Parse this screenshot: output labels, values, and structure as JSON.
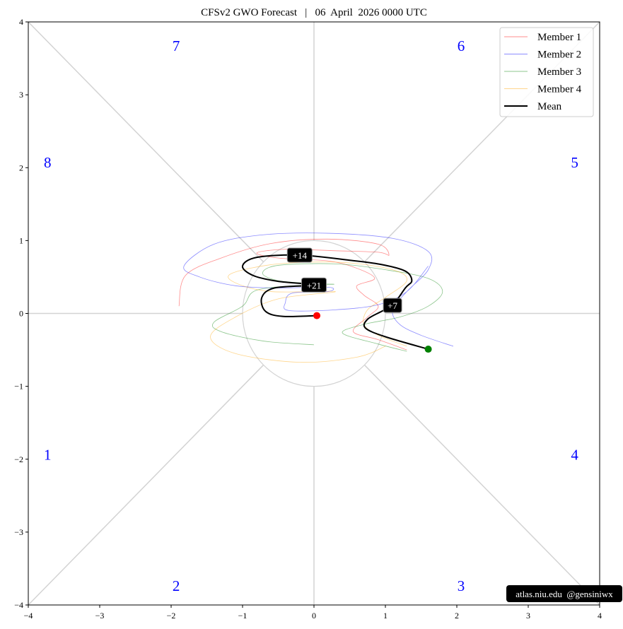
{
  "chart_data": {
    "type": "line",
    "title": "CFSv2 GWO Forecast   |   06  April  2026 0000 UTC",
    "xlim": [
      -4,
      4
    ],
    "ylim": [
      -4,
      4
    ],
    "xticks": [
      "−4",
      "−3",
      "−2",
      "−1",
      "0",
      "1",
      "2",
      "3",
      "4"
    ],
    "yticks": [
      "−4",
      "−3",
      "−2",
      "−1",
      "0",
      "1",
      "2",
      "3",
      "4"
    ],
    "xtick_values": [
      -4,
      -3,
      -2,
      -1,
      0,
      1,
      2,
      3,
      4
    ],
    "ytick_values": [
      -4,
      -3,
      -2,
      -1,
      0,
      1,
      2,
      3,
      4
    ],
    "legend_position": "top-right",
    "phases": [
      {
        "label": "1",
        "x": -3.73,
        "y": -1.94
      },
      {
        "label": "2",
        "x": -1.93,
        "y": -3.74
      },
      {
        "label": "3",
        "x": 2.06,
        "y": -3.74
      },
      {
        "label": "4",
        "x": 3.65,
        "y": -1.94
      },
      {
        "label": "5",
        "x": 3.65,
        "y": 2.07
      },
      {
        "label": "6",
        "x": 2.06,
        "y": 3.67
      },
      {
        "label": "7",
        "x": -1.93,
        "y": 3.67
      },
      {
        "label": "8",
        "x": -3.73,
        "y": 2.07
      }
    ],
    "phase_color": "#0000ff",
    "series": [
      {
        "name": "Member 1",
        "color": "#ff0000",
        "opacity": 0.45,
        "width": 0.8,
        "points": [
          [
            1.3,
            -0.5
          ],
          [
            0.9,
            -0.36
          ],
          [
            0.55,
            -0.25
          ],
          [
            0.75,
            -0.05
          ],
          [
            0.9,
            0.1
          ],
          [
            0.7,
            0.25
          ],
          [
            0.6,
            0.38
          ],
          [
            0.85,
            0.48
          ],
          [
            0.6,
            0.62
          ],
          [
            0.2,
            0.72
          ],
          [
            -0.5,
            0.76
          ],
          [
            -0.8,
            0.83
          ],
          [
            -0.4,
            0.88
          ],
          [
            0.3,
            0.86
          ],
          [
            0.9,
            0.84
          ],
          [
            1.05,
            0.8
          ],
          [
            0.9,
            0.95
          ],
          [
            0.2,
            1.02
          ],
          [
            -0.6,
            0.96
          ],
          [
            -1.3,
            0.76
          ],
          [
            -1.8,
            0.52
          ],
          [
            -1.89,
            0.1
          ]
        ]
      },
      {
        "name": "Member 2",
        "color": "#0000ff",
        "opacity": 0.45,
        "width": 0.8,
        "points": [
          [
            1.95,
            -0.45
          ],
          [
            1.5,
            -0.3
          ],
          [
            1.2,
            -0.15
          ],
          [
            1.1,
            0.05
          ],
          [
            1.3,
            0.3
          ],
          [
            1.6,
            0.6
          ],
          [
            1.6,
            0.85
          ],
          [
            1.1,
            1.03
          ],
          [
            0.2,
            1.1
          ],
          [
            -0.7,
            1.08
          ],
          [
            -1.4,
            0.95
          ],
          [
            -1.82,
            0.65
          ],
          [
            -1.6,
            0.5
          ],
          [
            -1.1,
            0.38
          ],
          [
            -0.5,
            0.35
          ],
          [
            0.2,
            0.36
          ],
          [
            0.2,
            0.3
          ],
          [
            -0.3,
            0.28
          ],
          [
            -0.4,
            0.15
          ],
          [
            -0.35,
            0.04
          ],
          [
            0.3,
            0.05
          ],
          [
            0.9,
            0.12
          ],
          [
            1.3,
            0.3
          ],
          [
            1.6,
            0.65
          ]
        ]
      },
      {
        "name": "Member 3",
        "color": "#008000",
        "opacity": 0.45,
        "width": 0.8,
        "points": [
          [
            1.3,
            -0.52
          ],
          [
            0.9,
            -0.42
          ],
          [
            0.4,
            -0.27
          ],
          [
            0.7,
            -0.15
          ],
          [
            1.2,
            -0.05
          ],
          [
            1.6,
            0.1
          ],
          [
            1.8,
            0.3
          ],
          [
            1.6,
            0.48
          ],
          [
            1.0,
            0.6
          ],
          [
            0.3,
            0.68
          ],
          [
            -0.5,
            0.66
          ],
          [
            -0.72,
            0.55
          ],
          [
            -0.5,
            0.45
          ],
          [
            0.0,
            0.41
          ],
          [
            0.28,
            0.4
          ],
          [
            -0.1,
            0.39
          ],
          [
            -0.8,
            0.32
          ],
          [
            -1.0,
            0.1
          ],
          [
            -1.4,
            -0.12
          ],
          [
            -1.3,
            -0.25
          ],
          [
            -0.7,
            -0.38
          ],
          [
            0.0,
            -0.43
          ]
        ]
      },
      {
        "name": "Member 4",
        "color": "#ffa500",
        "opacity": 0.45,
        "width": 0.8,
        "points": [
          [
            1.3,
            -0.45
          ],
          [
            0.9,
            -0.3
          ],
          [
            0.7,
            -0.15
          ],
          [
            0.75,
            0.05
          ],
          [
            1.0,
            0.22
          ],
          [
            1.3,
            0.45
          ],
          [
            1.1,
            0.6
          ],
          [
            0.4,
            0.7
          ],
          [
            -0.5,
            0.68
          ],
          [
            -1.15,
            0.55
          ],
          [
            -1.1,
            0.42
          ],
          [
            -0.6,
            0.3
          ],
          [
            0.3,
            0.3
          ],
          [
            -0.5,
            0.2
          ],
          [
            -1.1,
            -0.05
          ],
          [
            -1.45,
            -0.32
          ],
          [
            -1.1,
            -0.55
          ],
          [
            -0.2,
            -0.67
          ],
          [
            0.6,
            -0.6
          ],
          [
            1.0,
            -0.45
          ]
        ]
      },
      {
        "name": "Mean",
        "color": "#000000",
        "opacity": 1,
        "width": 2,
        "points": [
          [
            1.6,
            -0.49
          ],
          [
            1.0,
            -0.32
          ],
          [
            0.72,
            -0.2
          ],
          [
            0.75,
            -0.08
          ],
          [
            0.95,
            0.03
          ],
          [
            1.1,
            0.11
          ],
          [
            1.28,
            0.35
          ],
          [
            1.37,
            0.45
          ],
          [
            1.28,
            0.58
          ],
          [
            0.95,
            0.67
          ],
          [
            0.5,
            0.73
          ],
          [
            -0.2,
            0.8
          ],
          [
            -0.8,
            0.77
          ],
          [
            -1.0,
            0.65
          ],
          [
            -0.85,
            0.52
          ],
          [
            -0.5,
            0.44
          ],
          [
            0.0,
            0.39
          ],
          [
            -0.55,
            0.35
          ],
          [
            -0.73,
            0.22
          ],
          [
            -0.68,
            0.03
          ],
          [
            -0.44,
            -0.04
          ],
          [
            0.04,
            -0.03
          ]
        ]
      }
    ],
    "annotations": [
      {
        "text": "+7",
        "x": 1.1,
        "y": 0.11
      },
      {
        "text": "+14",
        "x": -0.2,
        "y": 0.8
      },
      {
        "text": "+21",
        "x": 0.0,
        "y": 0.39
      }
    ],
    "start_marker": {
      "x": 1.6,
      "y": -0.49,
      "color": "#008000"
    },
    "end_marker": {
      "x": 0.04,
      "y": -0.03,
      "color": "#ff0000"
    },
    "watermark": "atlas.niu.edu  @gensiniwx"
  }
}
